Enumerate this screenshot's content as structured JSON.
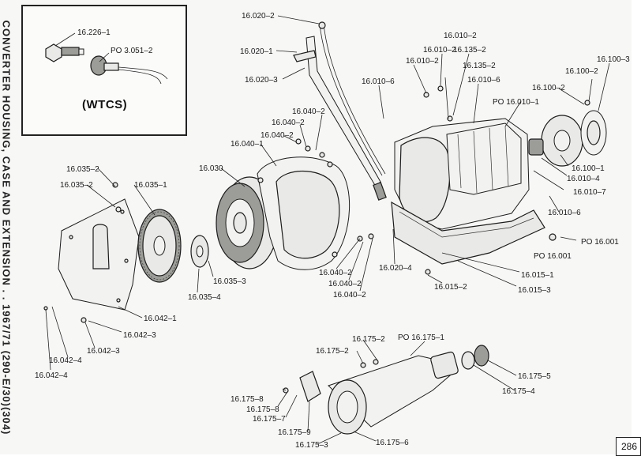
{
  "side_title": "CONVERTER HOUSING, CASE AND EXTENSION . . 1967/71 (290-E/30)(304)",
  "inset_caption": "(WTCS)",
  "page_number": "286",
  "labels": {
    "l_16_226_1": "16.226–1",
    "l_po_3_051_2": "PO 3.051–2",
    "l_16_020_2": "16.020–2",
    "l_16_020_1": "16.020–1",
    "l_16_020_3": "16.020–3",
    "l_16_010_2a": "16.010–2",
    "l_16_010_2b": "16.010–2",
    "l_16_010_2c": "16.010–2",
    "l_16_135_2a": "16.135–2",
    "l_16_135_2b": "16.135–2",
    "l_16_010_6a": "16.010–6",
    "l_16_010_6b": "16.010–6",
    "l_po_16_010_1": "PO 16.010–1",
    "l_16_100_3": "16.100–3",
    "l_16_100_2a": "16.100–2",
    "l_16_100_2b": "16.100–2",
    "l_16_100_1": "16.100–1",
    "l_16_010_4": "16.010–4",
    "l_16_010_7": "16.010–7",
    "l_16_010_6c": "16.010–6",
    "l_po_16_001a": "PO 16.001",
    "l_po_16_001b": "PO 16.001",
    "l_16_040_2a": "16.040–2",
    "l_16_040_2b": "16.040–2",
    "l_16_040_2c": "16.040–2",
    "l_16_040_1": "16.040–1",
    "l_16_030": "16.030",
    "l_16_035_2a": "16.035–2",
    "l_16_035_2b": "16.035–2",
    "l_16_035_1": "16.035–1",
    "l_16_035_3": "16.035–3",
    "l_16_035_4": "16.035–4",
    "l_16_040_2d": "16.040–2",
    "l_16_040_2e": "16.040–2",
    "l_16_040_2f": "16.040–2",
    "l_16_020_4": "16.020–4",
    "l_16_015_1": "16.015–1",
    "l_16_015_2": "16.015–2",
    "l_16_015_3": "16.015–3",
    "l_16_042_1": "16.042–1",
    "l_16_042_3a": "16.042–3",
    "l_16_042_3b": "16.042–3",
    "l_16_042_4a": "16.042–4",
    "l_16_042_4b": "16.042–4",
    "l_16_175_2a": "16.175–2",
    "l_16_175_2b": "16.175–2",
    "l_po_16_175_1": "PO 16.175–1",
    "l_16_175_5": "16.175–5",
    "l_16_175_4": "16.175–4",
    "l_16_175_8a": "16.175–8",
    "l_16_175_8b": "16.175–8",
    "l_16_175_7": "16.175–7",
    "l_16_175_9": "16.175–9",
    "l_16_175_3": "16.175–3",
    "l_16_175_6": "16.175–6"
  }
}
